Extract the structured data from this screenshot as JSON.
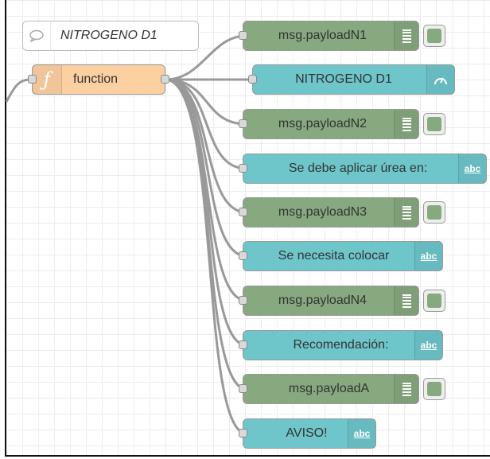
{
  "comment": {
    "label": "NITROGENO D1",
    "icon": "comment-icon"
  },
  "function_node": {
    "label": "function",
    "icon": "function-icon"
  },
  "nodes": [
    {
      "kind": "debug",
      "label": "msg.payloadN1",
      "icon": "list-icon"
    },
    {
      "kind": "gauge",
      "label": "NITROGENO D1",
      "icon": "gauge-icon"
    },
    {
      "kind": "debug",
      "label": "msg.payloadN2",
      "icon": "list-icon"
    },
    {
      "kind": "text",
      "label": "Se debe aplicar úrea en:",
      "icon_text": "abc"
    },
    {
      "kind": "debug",
      "label": "msg.payloadN3",
      "icon": "list-icon"
    },
    {
      "kind": "text",
      "label": "Se necesita colocar",
      "icon_text": "abc"
    },
    {
      "kind": "debug",
      "label": "msg.payloadN4",
      "icon": "list-icon"
    },
    {
      "kind": "text",
      "label": "Recomendación:",
      "icon_text": "abc"
    },
    {
      "kind": "debug",
      "label": "msg.payloadA",
      "icon": "list-icon"
    },
    {
      "kind": "text",
      "label": "AVISO!",
      "icon_text": "abc"
    }
  ],
  "colors": {
    "debug_node": "#87a980",
    "dashboard_node": "#6ec6cb",
    "function_node": "#fdd0a2",
    "wire": "#999999",
    "grid": "#ececec"
  }
}
